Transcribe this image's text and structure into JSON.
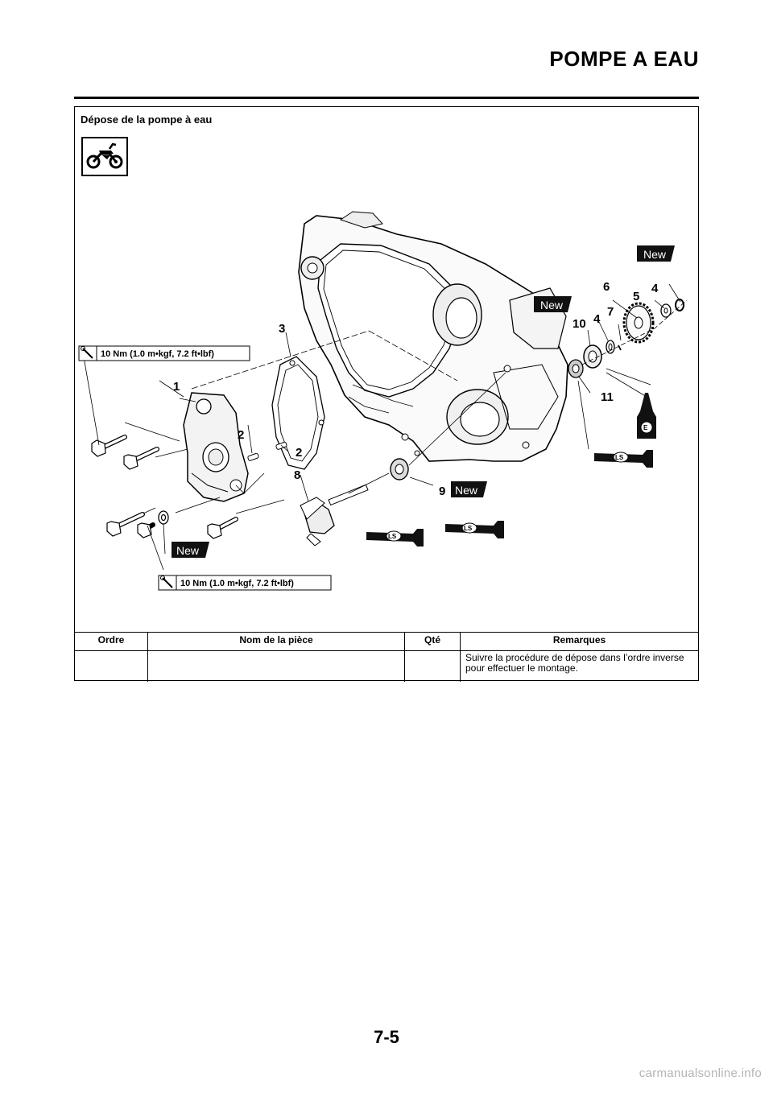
{
  "header": {
    "title": "POMPE A EAU"
  },
  "section": {
    "title": "Dépose de la pompe à eau"
  },
  "icons": {
    "vehicle": "motorcycle-icon",
    "torque": "wrench-icon",
    "oil": "oil-can-icon",
    "grease": "grease-tube-icon"
  },
  "diagram": {
    "part_numbers": [
      "1",
      "2",
      "2",
      "3",
      "4",
      "4",
      "5",
      "6",
      "7",
      "8",
      "9",
      "10",
      "11"
    ],
    "new_badges": [
      "New",
      "New",
      "New",
      "New"
    ],
    "torque_top": "10 Nm (1.0 m•kgf, 7.2 ft•lbf)",
    "torque_bottom": "10 Nm (1.0 m•kgf, 7.2 ft•lbf)",
    "lube_lithium": "LS",
    "lube_engine_oil": "E"
  },
  "table": {
    "headers": {
      "order": "Ordre",
      "part": "Nom de la pièce",
      "qty": "Qté",
      "remarks": "Remarques"
    },
    "rows": [
      {
        "order": "",
        "part": "",
        "qty": "",
        "remarks": "Suivre la procédure de dépose dans l’ordre inverse pour effectuer le montage."
      }
    ]
  },
  "footer": {
    "page_number": "7-5",
    "watermark": "carmanualsonline.info"
  }
}
